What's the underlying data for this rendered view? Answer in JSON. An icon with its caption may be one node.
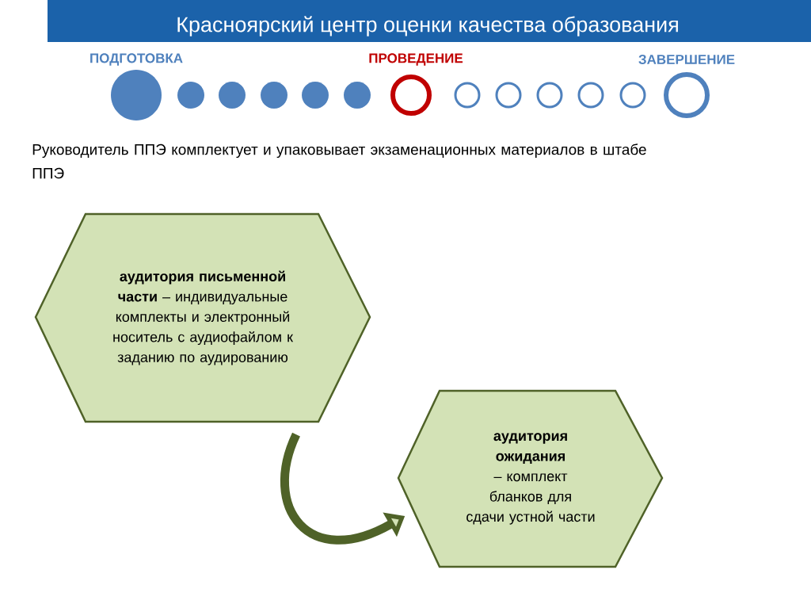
{
  "diagram": {
    "title": "Красноярский центр оценки качества образования",
    "nodes": [
      {
        "text": [
          "**аудитория письменной части** – индивидуальные комплекты и электронный носитель с аудиофайлом к заданию по аудированию"
        ]
      },
      {
        "text": [
          "**аудитория ожидания** – комплект бланков для сдачи устной части"
        ]
      }
    ],
    "edges": [
      {
        "from": 0,
        "to": 1,
        "arrow": "to"
      }
    ],
    "labels": [
      "ПОДГОТОВКА",
      "ПРОВЕДЕНИЕ",
      "ЗАВЕРШЕНИЕ",
      "Руководитель ППЭ комплектует и упаковывает экзаменационных материалов в штабе ППЭ"
    ]
  }
}
